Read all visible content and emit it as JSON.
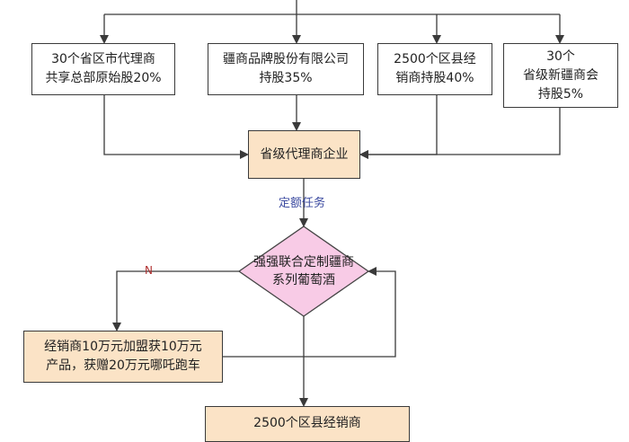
{
  "colors": {
    "line": "#3a3a3a",
    "box_fill": "#ffffff",
    "agent_fill": "#fbe3c6",
    "diamond_fill": "#f8cbe6",
    "diamond_stroke": "#444444",
    "label_blue": "#3b4aa0",
    "label_red": "#b03030"
  },
  "shareholders": [
    {
      "text": "30个省区市代理商\n共享总部原始股20%"
    },
    {
      "text": "疆商品牌股份有限公司\n持股35%"
    },
    {
      "text": "2500个区县经\n销商持股40%"
    },
    {
      "text": "30个\n省级新疆商会\n持股5%"
    }
  ],
  "provincial_agent": {
    "text": "省级代理商企业"
  },
  "quota_label": "定额任务",
  "decision": {
    "text": "强强联合定制疆商\n系列葡萄酒"
  },
  "no_label": "N",
  "dealer_offer": {
    "text": "经销商10万元加盟获10万元\n产品，获赠20万元哪吒跑车"
  },
  "bottom_box": {
    "text": "2500个区县经销商"
  }
}
